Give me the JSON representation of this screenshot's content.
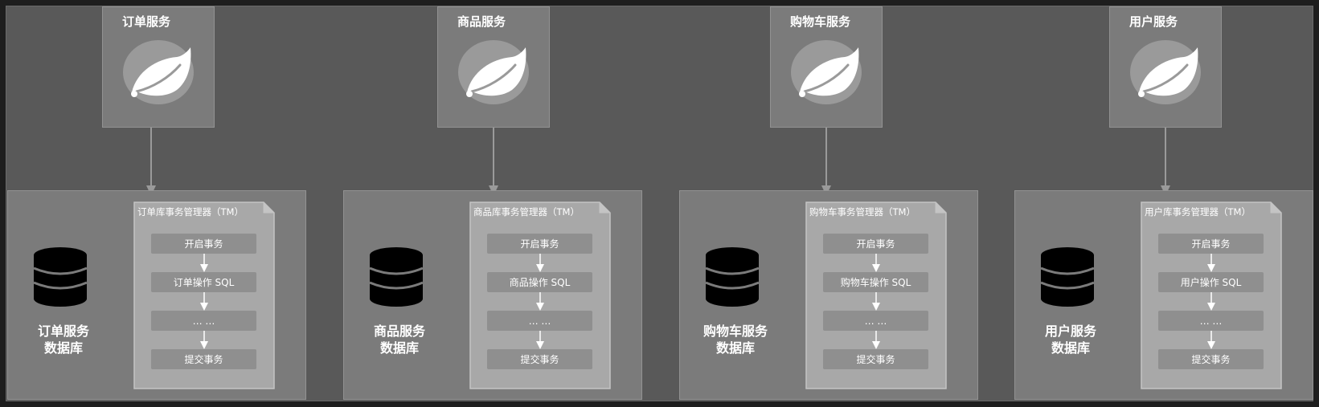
{
  "services": [
    {
      "title": "订单服务",
      "tm_title": "订单库事务管理器（TM）",
      "steps": [
        "开启事务",
        "订单操作 SQL",
        "… …",
        "提交事务"
      ],
      "db_label_line1": "订单服务",
      "db_label_line2": "数据库"
    },
    {
      "title": "商品服务",
      "tm_title": "商品库事务管理器（TM）",
      "steps": [
        "开启事务",
        "商品操作 SQL",
        "… …",
        "提交事务"
      ],
      "db_label_line1": "商品服务",
      "db_label_line2": "数据库"
    },
    {
      "title": "购物车服务",
      "tm_title": "购物车事务管理器（TM）",
      "steps": [
        "开启事务",
        "购物车操作 SQL",
        "… …",
        "提交事务"
      ],
      "db_label_line1": "购物车服务",
      "db_label_line2": "数据库"
    },
    {
      "title": "用户服务",
      "tm_title": "用户库事务管理器（TM）",
      "steps": [
        "开启事务",
        "用户操作 SQL",
        "… …",
        "提交事务"
      ],
      "db_label_line1": "用户服务",
      "db_label_line2": "数据库"
    }
  ],
  "icons": {
    "service": "spring-leaf-icon",
    "database": "database-icon"
  },
  "colors": {
    "stage": "#595959",
    "panel": "#7b7b7b",
    "step": "#8f8f8f",
    "arrow": "#9a9a9a",
    "text": "#ffffff"
  }
}
